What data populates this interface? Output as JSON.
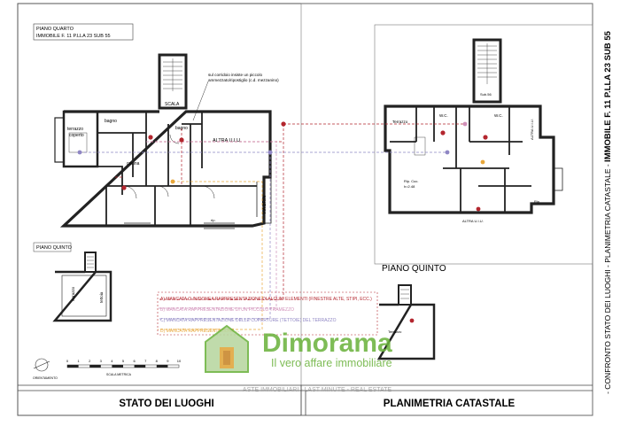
{
  "left_panel": {
    "header_line1": "PIANO QUARTO",
    "header_line2": "IMMOBILE F. 11 P.LLA 23 SUB 55",
    "annotation_line1": "sul corridoio insiste un piccolo",
    "annotation_line2": "ammezzato/ripostiglio (c.d. mezzanino)",
    "room_scala": "SCALA",
    "room_bagno1": "bagno",
    "room_bagno2": "bagno",
    "room_terrazzo_coperto_1": "terrazzo",
    "room_terrazzo_coperto_2": "coperto",
    "room_cucina": "cucina",
    "room_altra_uiu": "ALTRA U.I.U.",
    "street_label": "VIA BRIN",
    "small_label": "rip.",
    "piano_quinto_label": "PIANO QUINTO",
    "terrazzo_label": "terrazzo",
    "tetto_label": "tettoia",
    "scale_label": "SCALA METRICA",
    "scale_ticks": [
      "0",
      "1",
      "2",
      "3",
      "4",
      "5",
      "6",
      "7",
      "8",
      "9",
      "10"
    ],
    "north_label": "ORIENTAMENTO",
    "footer_title": "STATO DEI LUOGHI"
  },
  "right_panel": {
    "room_wc1": "W.C.",
    "room_wc2": "W.C.",
    "room_terrazzo": "Terrazzo",
    "room_sub": "Sub.56",
    "room_altra_uiu_v": "ALTRA U.I.U.",
    "room_altra_uiu_b": "ALTRA U.I.U.",
    "room_rip": "Rip.",
    "room_rip_cuc_1": "Rip. Cuc.",
    "room_rip_cuc_2": "h=2.48",
    "piano_quinto_title": "PIANO QUINTO",
    "terrazzo_q": "Terrazzo",
    "footer_title": "PLANIMETRIA CATASTALE"
  },
  "legend": {
    "items": [
      {
        "text": "A)  MANCATA O INIDONEA RAPPRESENTAZIONE DI ALCUNI ELEMENTI (FINESTRE ALTE, STIPI, ECC.)",
        "color": "#b3262e"
      },
      {
        "text": "B)  MANCATA RAPPRESENTAZIONE DI UN PICCOLO TRAMEZZO",
        "color": "#d08fb8"
      },
      {
        "text": "C)  MANCATA RAPPRESENTAZIONE DELLE COPERTURE (TETTOIE) DEL TERRAZZO",
        "color": "#8f86c4"
      },
      {
        "text": "D)  MANCATA RAPPRESENTAZIONE ...",
        "color": "#e8a73a"
      }
    ]
  },
  "side_title": "- CONFRONTO STATO DEI LUOGHI - PLANIMETRIA CATASTALE - IMMOBILE F. 11 P.LLA 23 SUB 55",
  "side_title_a": "- CONFRONTO STATO DEI LUOGHI - PLANIMETRIA CATASTALE - ",
  "side_title_b": "IMMOBILE F. 11 P.LLA 23 SUB 55",
  "watermark": {
    "brand": "Dimorama",
    "tagline": "Il vero affare immobiliare",
    "strip": "ASTE IMMOBILIARI - LAST MINUTE - REAL ESTATE",
    "brand_color": "#6db33f"
  }
}
